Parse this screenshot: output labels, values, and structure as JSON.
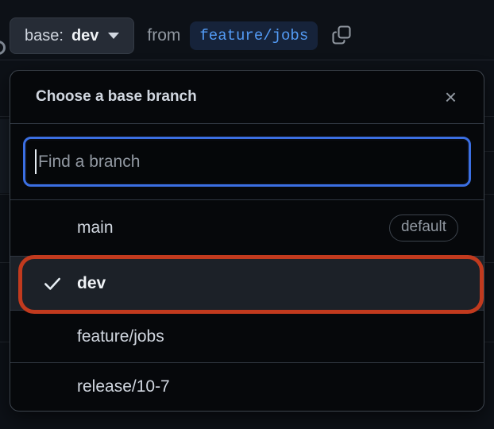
{
  "topbar": {
    "base_button": {
      "prefix": "base:",
      "branch": "dev"
    },
    "from_label": "from",
    "head_branch": "feature/jobs"
  },
  "dialog": {
    "title": "Choose a base branch",
    "close_label": "×",
    "search": {
      "placeholder": "Find a branch",
      "value": ""
    },
    "branches": [
      {
        "name": "main",
        "badge": "default",
        "selected": false
      },
      {
        "name": "dev",
        "badge": "",
        "selected": true
      },
      {
        "name": "feature/jobs",
        "badge": "",
        "selected": false
      },
      {
        "name": "release/10-7",
        "badge": "",
        "selected": false
      }
    ]
  },
  "colors": {
    "page_bg": "#0d1117",
    "panel_bg": "#06080b",
    "panel_border": "#3d444d",
    "focus_ring_blue": "#3b6fe3",
    "annotation_ring_red": "#c13a1e",
    "branch_link_blue": "#539bf5",
    "muted_text": "#9198a1",
    "selected_row_bg": "#1c2128"
  }
}
